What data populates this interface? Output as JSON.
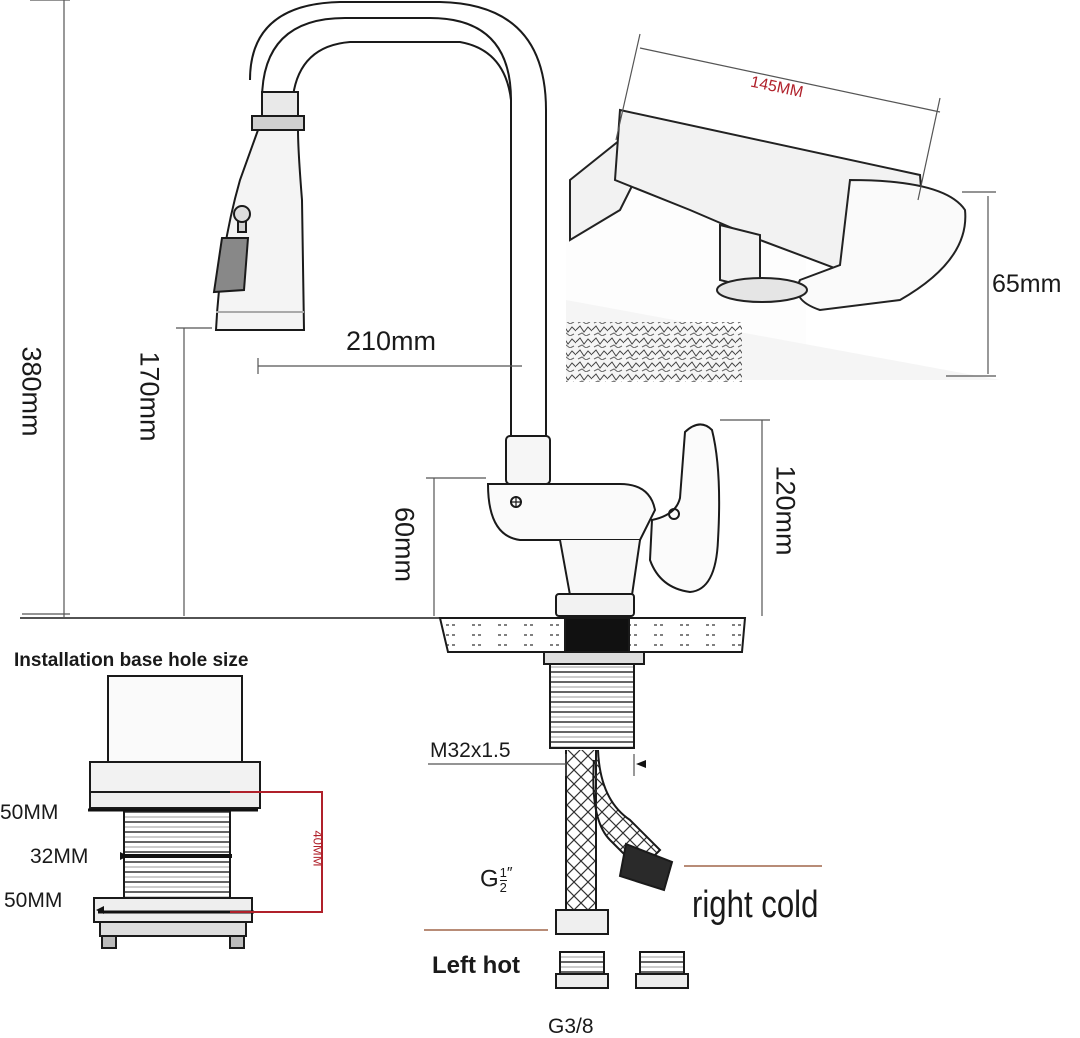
{
  "dimensions": {
    "height_total": "380mm",
    "height_spout": "170mm",
    "reach": "210mm",
    "base_height": "60mm",
    "handle_height": "120mm",
    "body_width": "145MM",
    "body_height": "65mm"
  },
  "installation": {
    "title": "Installation base hole size",
    "top_width": "50MM",
    "thread_width": "32MM",
    "bottom_width": "50MM",
    "depth": "40MM"
  },
  "connections": {
    "thread": "M32x1.5",
    "hose_fitting_main": "G",
    "hose_fitting_num": "1",
    "hose_fitting_den": "2",
    "hose_fitting_mark": "″",
    "hot": "Left hot",
    "cold": "right cold",
    "adapter": "G3/8"
  },
  "colors": {
    "accent_red": "#b0202a",
    "pointer_brown": "#a0664a"
  }
}
